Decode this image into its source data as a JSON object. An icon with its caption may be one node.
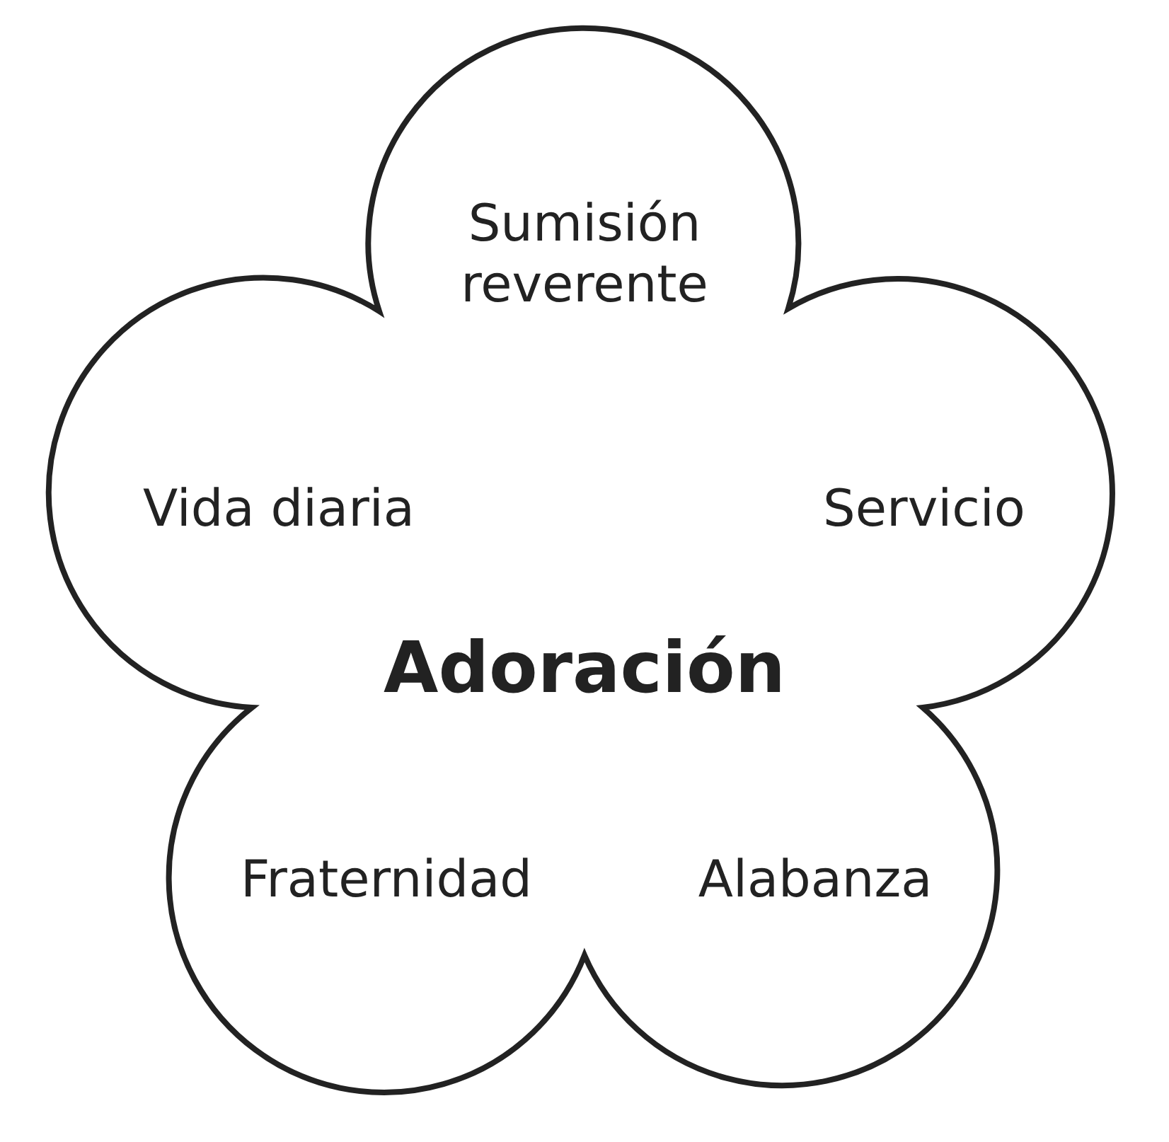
{
  "diagram": {
    "nodes": [
      {
        "text": [
          "Sumisión reverente",
          "Vida diaria",
          "Servicio",
          "Adoración",
          "Fraternidad",
          "Alabanza"
        ]
      }
    ]
  }
}
